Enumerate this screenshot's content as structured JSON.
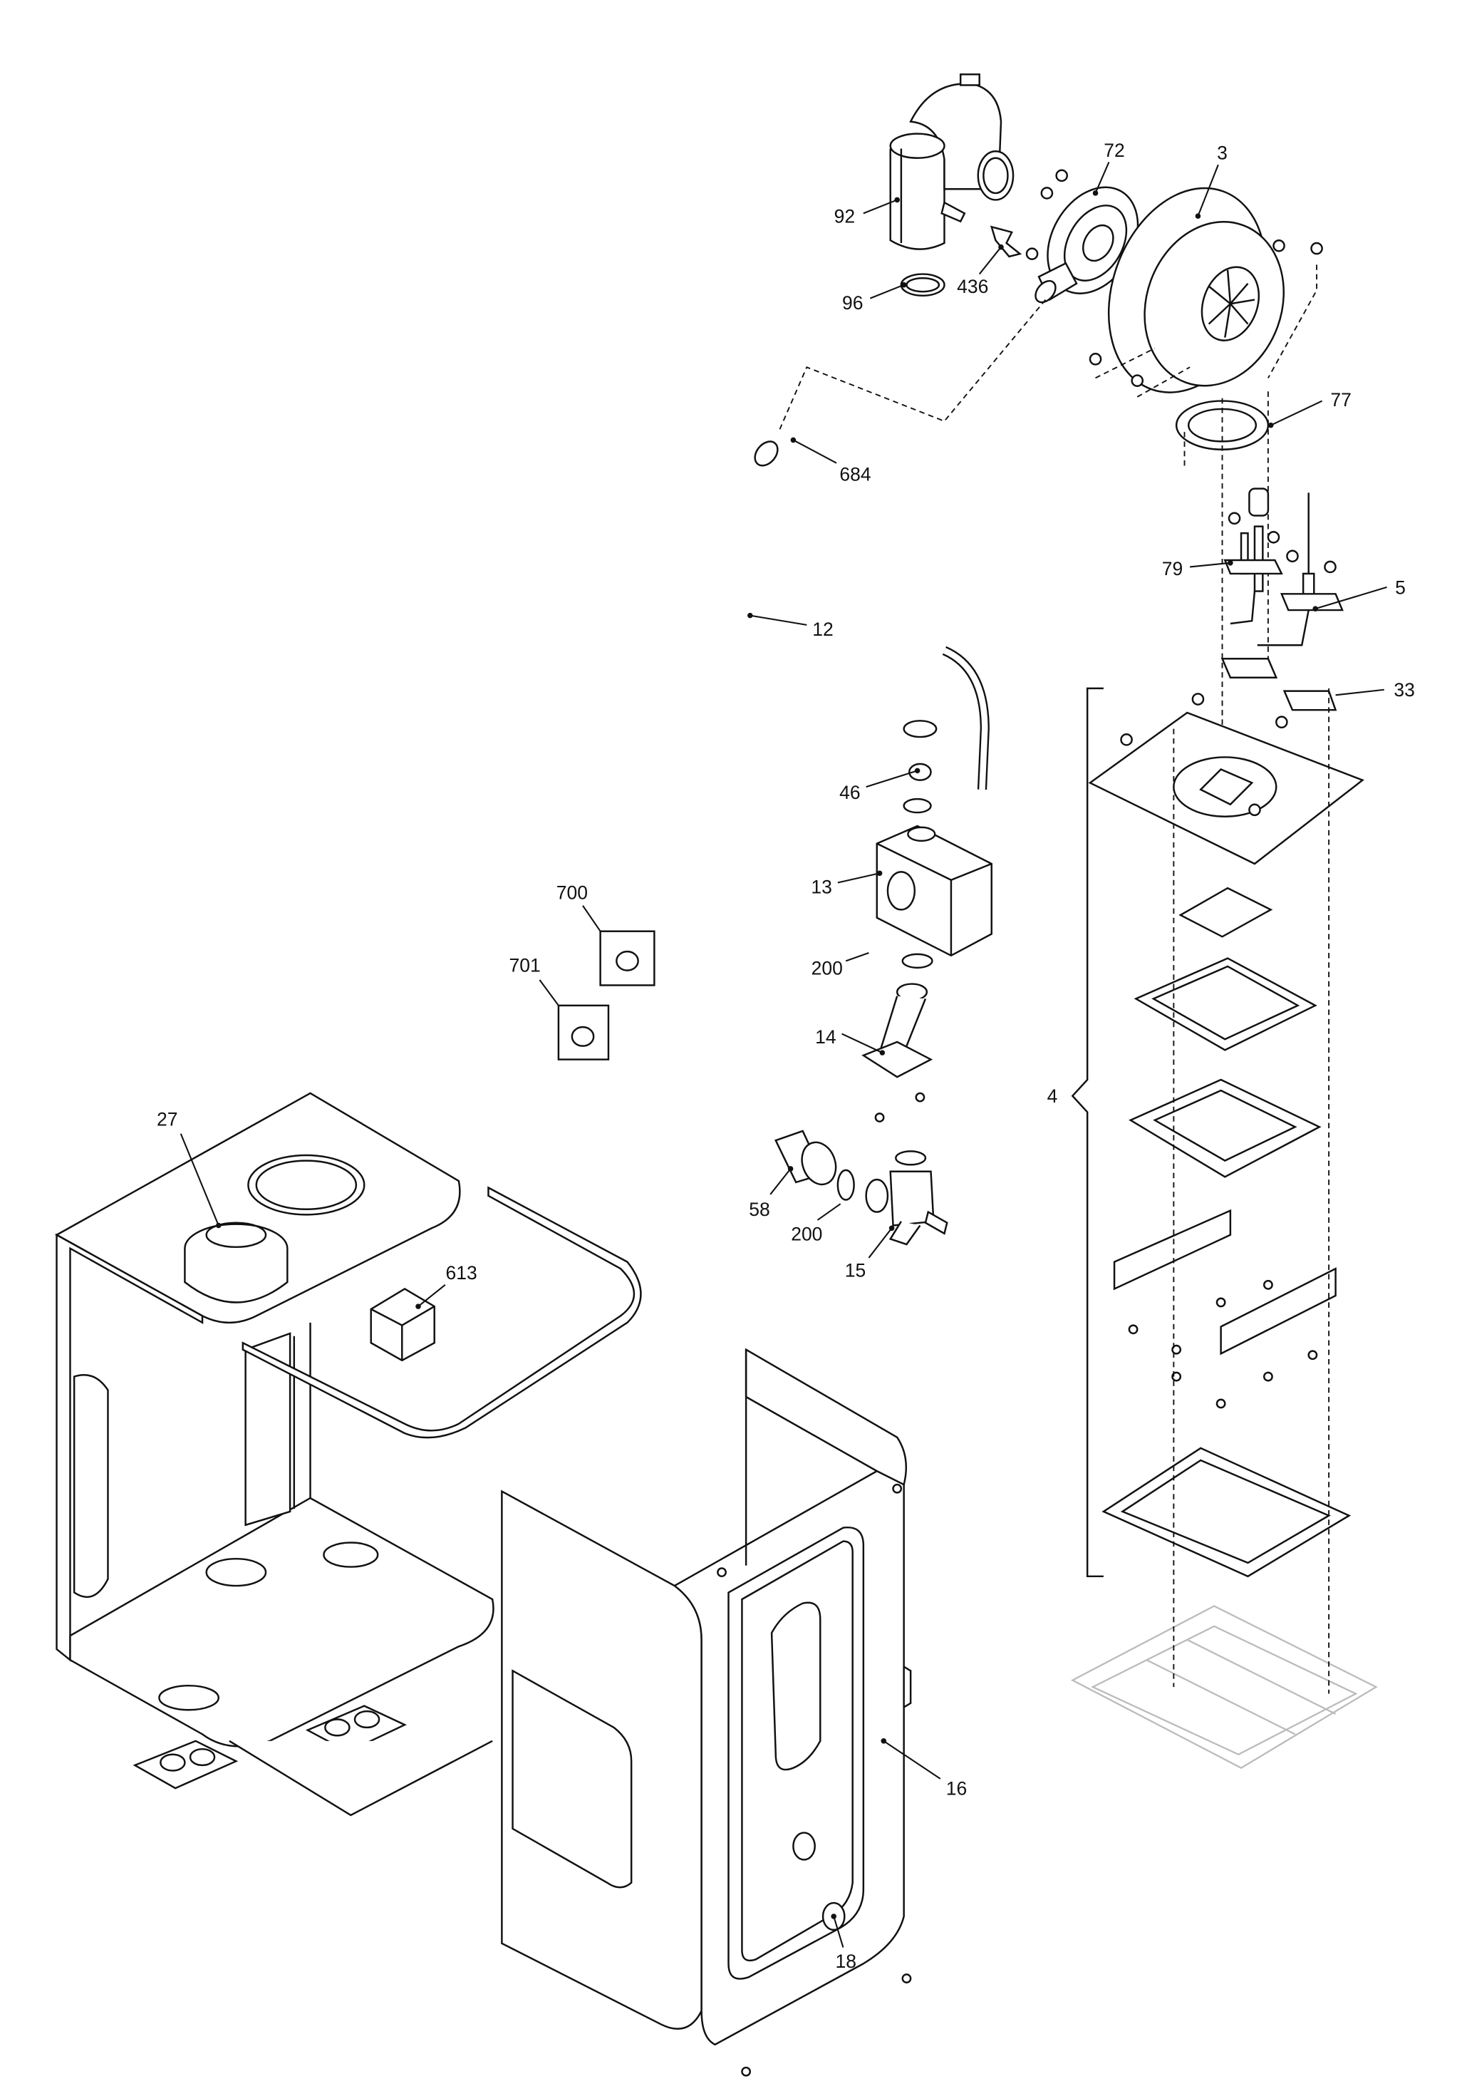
{
  "diagram": {
    "type": "exploded-parts-diagram",
    "callouts": {
      "flue_elbow": "92",
      "fan_inlet_cover": "72",
      "fan": "3",
      "flue_seal": "96",
      "clip": "436",
      "fan_gasket": "77",
      "hose_seal": "684",
      "ignition_electrode": "79",
      "ionisation_electrode": "5",
      "gas_pipe": "12",
      "electrode_gasket": "33",
      "nut_seal": "46",
      "gas_valve": "13",
      "grommet_700": "700",
      "grommet_701": "701",
      "washer_upper": "200",
      "gas_inlet_elbow": "14",
      "burner_assembly": "4",
      "air_intake": "27",
      "gas_connector": "58",
      "washer_lower": "200",
      "gas_cock": "15",
      "transformer": "613",
      "front_casing": "16",
      "pressure_gauge_plug": "18"
    }
  }
}
